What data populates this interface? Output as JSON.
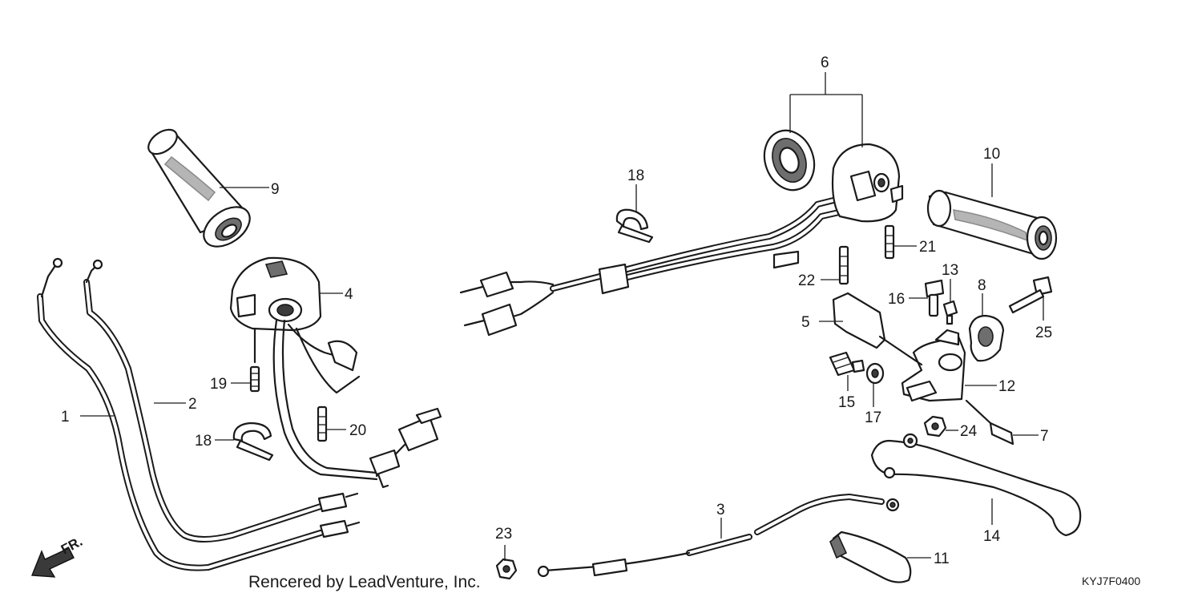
{
  "callouts": {
    "c1": "1",
    "c2": "2",
    "c3": "3",
    "c4": "4",
    "c5": "5",
    "c6": "6",
    "c7": "7",
    "c8": "8",
    "c9": "9",
    "c10": "10",
    "c11": "11",
    "c12": "12",
    "c13": "13",
    "c14": "14",
    "c15": "15",
    "c16": "16",
    "c17": "17",
    "c18_left": "18",
    "c18_top": "18",
    "c19": "19",
    "c20": "20",
    "c21": "21",
    "c22": "22",
    "c23": "23",
    "c24": "24",
    "c25": "25"
  },
  "direction_label": "FR.",
  "credit": "Rencered by LeadVenture, Inc.",
  "diagram_code": "KYJ7F0400"
}
